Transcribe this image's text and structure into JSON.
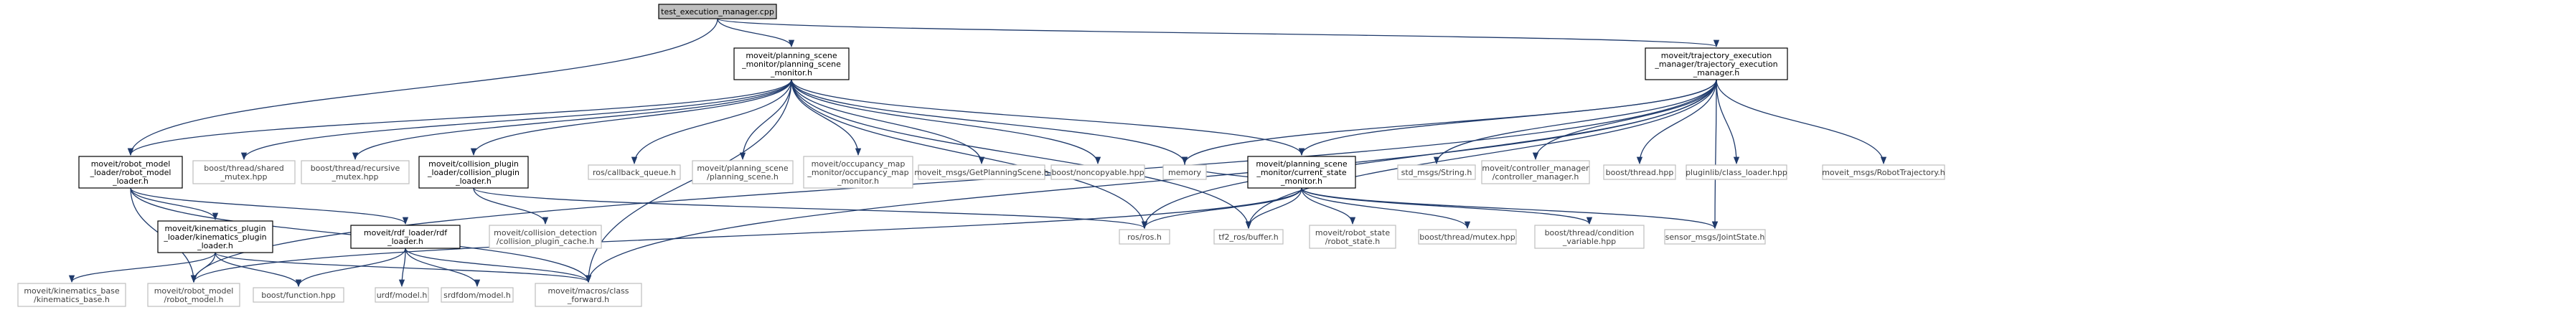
{
  "diagram": {
    "type": "include-dependency-graph",
    "colors": {
      "background": "#ffffff",
      "edge": "#1f3a6b",
      "root_fill": "#bfbfbf",
      "root_border": "#000000",
      "documented_border": "#000000",
      "external_border": "#bfbfbf",
      "documented_text": "#000000",
      "external_text": "#404040"
    },
    "nodes": [
      {
        "id": "root",
        "kind": "root",
        "lines": [
          "test_execution_manager.cpp"
        ]
      },
      {
        "id": "psm",
        "kind": "documented",
        "lines": [
          "moveit/planning_scene",
          "_monitor/planning_scene",
          "_monitor.h"
        ]
      },
      {
        "id": "tem",
        "kind": "documented",
        "lines": [
          "moveit/trajectory_execution",
          "_manager/trajectory_execution",
          "_manager.h"
        ]
      },
      {
        "id": "rml",
        "kind": "documented",
        "lines": [
          "moveit/robot_model",
          "_loader/robot_model",
          "_loader.h"
        ]
      },
      {
        "id": "bshared",
        "kind": "external",
        "lines": [
          "boost/thread/shared",
          "_mutex.hpp"
        ]
      },
      {
        "id": "brecursive",
        "kind": "external",
        "lines": [
          "boost/thread/recursive",
          "_mutex.hpp"
        ]
      },
      {
        "id": "cpl",
        "kind": "documented",
        "lines": [
          "moveit/collision_plugin",
          "_loader/collision_plugin",
          "_loader.h"
        ]
      },
      {
        "id": "cbq",
        "kind": "external",
        "lines": [
          "ros/callback_queue.h"
        ]
      },
      {
        "id": "pscene",
        "kind": "external",
        "lines": [
          "moveit/planning_scene",
          "/planning_scene.h"
        ]
      },
      {
        "id": "occ",
        "kind": "external",
        "lines": [
          "moveit/occupancy_map",
          "_monitor/occupancy_map",
          "_monitor.h"
        ]
      },
      {
        "id": "gps",
        "kind": "external",
        "lines": [
          "moveit_msgs/GetPlanningScene.h"
        ]
      },
      {
        "id": "noncopy",
        "kind": "external",
        "lines": [
          "boost/noncopyable.hpp"
        ]
      },
      {
        "id": "memory",
        "kind": "external",
        "lines": [
          "memory"
        ]
      },
      {
        "id": "csm",
        "kind": "documented",
        "lines": [
          "moveit/planning_scene",
          "_monitor/current_state",
          "_monitor.h"
        ]
      },
      {
        "id": "stdstr",
        "kind": "external",
        "lines": [
          "std_msgs/String.h"
        ]
      },
      {
        "id": "cmgr",
        "kind": "external",
        "lines": [
          "moveit/controller_manager",
          "/controller_manager.h"
        ]
      },
      {
        "id": "bthread",
        "kind": "external",
        "lines": [
          "boost/thread.hpp"
        ]
      },
      {
        "id": "plugcl",
        "kind": "external",
        "lines": [
          "pluginlib/class_loader.hpp"
        ]
      },
      {
        "id": "rtraj",
        "kind": "external",
        "lines": [
          "moveit_msgs/RobotTrajectory.h"
        ]
      },
      {
        "id": "kpl",
        "kind": "documented",
        "lines": [
          "moveit/kinematics_plugin",
          "_loader/kinematics_plugin",
          "_loader.h"
        ]
      },
      {
        "id": "rdfl",
        "kind": "documented",
        "lines": [
          "moveit/rdf_loader/rdf",
          "_loader.h"
        ]
      },
      {
        "id": "ccache",
        "kind": "external",
        "lines": [
          "moveit/collision_detection",
          "/collision_plugin_cache.h"
        ]
      },
      {
        "id": "rosh",
        "kind": "external",
        "lines": [
          "ros/ros.h"
        ]
      },
      {
        "id": "tf2",
        "kind": "external",
        "lines": [
          "tf2_ros/buffer.h"
        ]
      },
      {
        "id": "rstate",
        "kind": "external",
        "lines": [
          "moveit/robot_state",
          "/robot_state.h"
        ]
      },
      {
        "id": "bmutex",
        "kind": "external",
        "lines": [
          "boost/thread/mutex.hpp"
        ]
      },
      {
        "id": "bcond",
        "kind": "external",
        "lines": [
          "boost/thread/condition",
          "_variable.hpp"
        ]
      },
      {
        "id": "joint",
        "kind": "external",
        "lines": [
          "sensor_msgs/JointState.h"
        ]
      },
      {
        "id": "kbase",
        "kind": "external",
        "lines": [
          "moveit/kinematics_base",
          "/kinematics_base.h"
        ]
      },
      {
        "id": "rmodel",
        "kind": "external",
        "lines": [
          "moveit/robot_model",
          "/robot_model.h"
        ]
      },
      {
        "id": "bfunc",
        "kind": "external",
        "lines": [
          "boost/function.hpp"
        ]
      },
      {
        "id": "urdf",
        "kind": "external",
        "lines": [
          "urdf/model.h"
        ]
      },
      {
        "id": "srdf",
        "kind": "external",
        "lines": [
          "srdfdom/model.h"
        ]
      },
      {
        "id": "cfwd",
        "kind": "external",
        "lines": [
          "moveit/macros/class",
          "_forward.h"
        ]
      }
    ],
    "edges": [
      [
        "root",
        "psm"
      ],
      [
        "root",
        "tem"
      ],
      [
        "root",
        "rml"
      ],
      [
        "psm",
        "rml"
      ],
      [
        "psm",
        "bshared"
      ],
      [
        "psm",
        "brecursive"
      ],
      [
        "psm",
        "cpl"
      ],
      [
        "psm",
        "cbq"
      ],
      [
        "psm",
        "pscene"
      ],
      [
        "psm",
        "occ"
      ],
      [
        "psm",
        "gps"
      ],
      [
        "psm",
        "noncopy"
      ],
      [
        "psm",
        "memory"
      ],
      [
        "psm",
        "csm"
      ],
      [
        "psm",
        "rosh"
      ],
      [
        "psm",
        "tf2"
      ],
      [
        "psm",
        "cfwd"
      ],
      [
        "tem",
        "memory"
      ],
      [
        "tem",
        "csm"
      ],
      [
        "tem",
        "stdstr"
      ],
      [
        "tem",
        "cmgr"
      ],
      [
        "tem",
        "bthread"
      ],
      [
        "tem",
        "plugcl"
      ],
      [
        "tem",
        "rtraj"
      ],
      [
        "tem",
        "rosh"
      ],
      [
        "tem",
        "tf2"
      ],
      [
        "tem",
        "joint"
      ],
      [
        "tem",
        "rmodel"
      ],
      [
        "tem",
        "cfwd"
      ],
      [
        "rml",
        "kpl"
      ],
      [
        "rml",
        "rdfl"
      ],
      [
        "rml",
        "rmodel"
      ],
      [
        "rml",
        "cfwd"
      ],
      [
        "cpl",
        "ccache"
      ],
      [
        "cpl",
        "rosh"
      ],
      [
        "csm",
        "rosh"
      ],
      [
        "csm",
        "tf2"
      ],
      [
        "csm",
        "rstate"
      ],
      [
        "csm",
        "bmutex"
      ],
      [
        "csm",
        "bcond"
      ],
      [
        "csm",
        "joint"
      ],
      [
        "csm",
        "memory"
      ],
      [
        "csm",
        "rmodel"
      ],
      [
        "kpl",
        "kbase"
      ],
      [
        "kpl",
        "rmodel"
      ],
      [
        "kpl",
        "bfunc"
      ],
      [
        "kpl",
        "cfwd"
      ],
      [
        "rdfl",
        "urdf"
      ],
      [
        "rdfl",
        "srdf"
      ],
      [
        "rdfl",
        "cfwd"
      ],
      [
        "rdfl",
        "bfunc"
      ]
    ]
  }
}
